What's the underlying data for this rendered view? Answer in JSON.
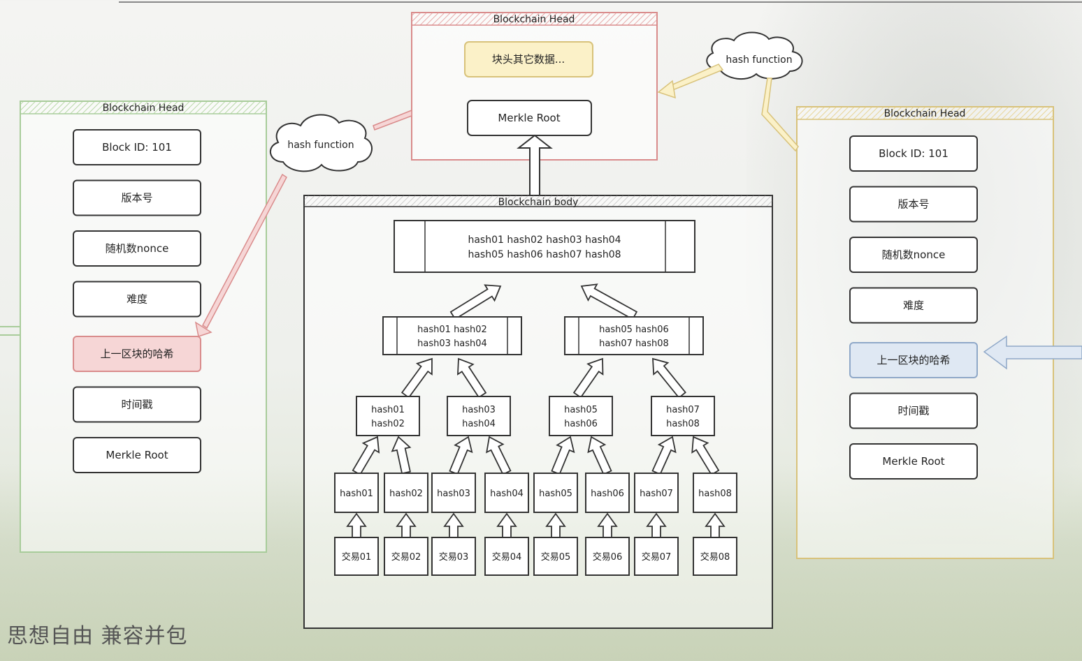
{
  "left_head": {
    "title": "Blockchain Head",
    "fields": [
      "Block ID: 101",
      "版本号",
      "随机数nonce",
      "难度",
      "上一区块的哈希",
      "时间戳",
      "Merkle Root"
    ]
  },
  "right_head": {
    "title": "Blockchain Head",
    "fields": [
      "Block ID: 101",
      "版本号",
      "随机数nonce",
      "难度",
      "上一区块的哈希",
      "时间戳",
      "Merkle Root"
    ]
  },
  "center_head": {
    "title": "Blockchain Head",
    "other_data": "块头其它数据...",
    "merkle_root": "Merkle Root"
  },
  "hash_functions": {
    "left": "hash function",
    "right": "hash function"
  },
  "body": {
    "title": "Blockchain body",
    "root": [
      "hash01 hash02 hash03 hash04",
      "hash05 hash06 hash07 hash08"
    ],
    "level2": [
      [
        "hash01 hash02",
        "hash03 hash04"
      ],
      [
        "hash05 hash06",
        "hash07 hash08"
      ]
    ],
    "level3": [
      [
        "hash01",
        "hash02"
      ],
      [
        "hash03",
        "hash04"
      ],
      [
        "hash05",
        "hash06"
      ],
      [
        "hash07",
        "hash08"
      ]
    ],
    "leaves": [
      "hash01",
      "hash02",
      "hash03",
      "hash04",
      "hash05",
      "hash06",
      "hash07",
      "hash08"
    ],
    "transactions": [
      "交易01",
      "交易02",
      "交易03",
      "交易04",
      "交易05",
      "交易06",
      "交易07",
      "交易08"
    ]
  },
  "footer": "思想自由 兼容并包",
  "colors": {
    "left_frame": "#a8cc9a",
    "center_frame": "#d98b8b",
    "right_frame": "#d8c27a",
    "highlight_red": "#f6d6d6",
    "highlight_blue": "#dfe8f3",
    "highlight_yellow": "#fbf1c8",
    "ink": "#333333"
  }
}
